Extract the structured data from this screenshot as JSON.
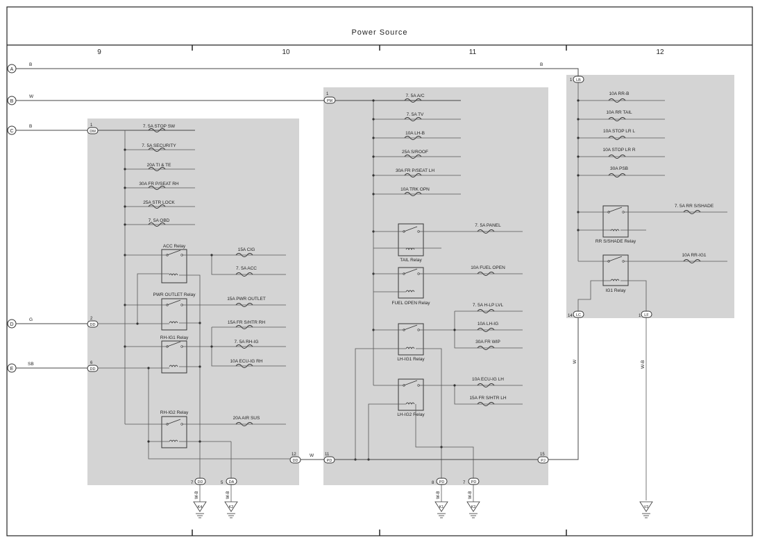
{
  "header": {
    "title": "Power Source"
  },
  "grid_columns": [
    "9",
    "10",
    "11",
    "12"
  ],
  "inputs": [
    {
      "id": "A",
      "wire": "B"
    },
    {
      "id": "B",
      "wire": "W"
    },
    {
      "id": "C",
      "wire": "B"
    },
    {
      "id": "D",
      "wire": "G"
    },
    {
      "id": "E",
      "wire": "SB"
    }
  ],
  "misc_wire_labels": {
    "a_upper": "B",
    "w_mid": "W",
    "w_vert_lc": "W",
    "wb_vert_lf": "W-B"
  },
  "connectors": {
    "dm": {
      "pin": "1",
      "tag": "DM"
    },
    "dd2": {
      "pin": "2",
      "tag": "DD"
    },
    "dd6": {
      "pin": "6",
      "tag": "DD"
    },
    "dd12": {
      "pin": "12",
      "tag": "DD"
    },
    "dd7": {
      "pin": "7",
      "tag": "DD"
    },
    "da5": {
      "pin": "5",
      "tag": "DA"
    },
    "pm": {
      "pin": "1",
      "tag": "PM"
    },
    "pd11": {
      "pin": "11",
      "tag": "PD"
    },
    "pd8": {
      "pin": "8",
      "tag": "PD"
    },
    "pd7": {
      "pin": "7",
      "tag": "PD"
    },
    "pj": {
      "pin": "15",
      "tag": "PJ"
    },
    "lb": {
      "pin": "1",
      "tag": "LB"
    },
    "lc": {
      "pin": "14",
      "tag": "LC"
    },
    "lf": {
      "pin": "1",
      "tag": "LF"
    }
  },
  "box9": {
    "fuses": [
      "7. 5A STOP SW",
      "7. 5A SECURITY",
      "20A TI & TE",
      "30A FR P/SEAT RH",
      "25A STR LOCK",
      "7. 5A OBD"
    ],
    "relays": [
      "ACC Relay",
      "PWR OUTLET Relay",
      "RH-IG1 Relay",
      "RH-IG2 Relay"
    ],
    "relay_fuses": [
      "15A CIG",
      "7. 5A ACC",
      "15A PWR OUTLET",
      "15A FR S/HTR RH",
      "7. 5A RH-IG",
      "10A ECU-IG RH",
      "20A AIR SUS"
    ]
  },
  "box10": {
    "fuses": [
      "7. 5A A/C",
      "7. 5A TV",
      "10A LH-B",
      "25A S/ROOF",
      "30A FR P/SEAT LH",
      "10A TRK OPN"
    ],
    "relays": [
      "TAIL Relay",
      "FUEL OPEN Relay",
      "LH-IG1 Relay",
      "LH-IG2 Relay"
    ],
    "relay_fuses": [
      "7. 5A PANEL",
      "10A FUEL OPEN",
      "7. 5A H-LP LVL",
      "10A LH-IG",
      "30A FR WIP",
      "10A ECU-IG LH",
      "15A FR S/HTR LH"
    ]
  },
  "box12": {
    "fuses": [
      "10A RR-B",
      "10A RR TAIL",
      "10A STOP LR L",
      "10A STOP LR R",
      "30A PSB"
    ],
    "relays": [
      "RR S/SHADE Relay",
      "IG1 Relay"
    ],
    "relay_fuses": [
      "7. 5A RR S/SHADE",
      "10A RR-IG1"
    ]
  },
  "grounds": [
    {
      "id": "K4",
      "wire": "W-B"
    },
    {
      "id": "K2",
      "wire": "W-B"
    },
    {
      "id": "K1",
      "wire": "W-B"
    },
    {
      "id": "K2",
      "wire": "W-B"
    },
    {
      "id": "V2",
      "wire": ""
    }
  ]
}
